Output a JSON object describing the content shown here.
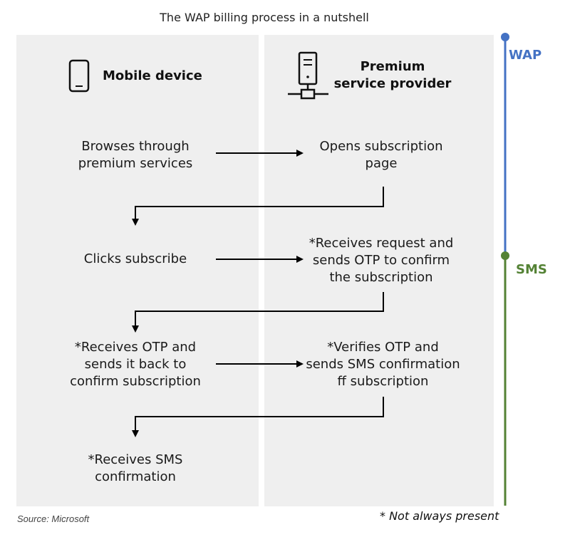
{
  "title": "The WAP billing process in a nutshell",
  "columns": {
    "left": {
      "heading": "Mobile device",
      "icon": "mobile-phone-icon"
    },
    "right": {
      "heading": "Premium service provider",
      "icon": "server-network-icon"
    }
  },
  "steps": [
    {
      "id": "browse",
      "column": "left",
      "text": "Browses through\npremium services"
    },
    {
      "id": "open-page",
      "column": "right",
      "text": "Opens subscription\npage"
    },
    {
      "id": "click-subscribe",
      "column": "left",
      "text": "Clicks subscribe"
    },
    {
      "id": "receive-request",
      "column": "right",
      "text": "*Receives request and\nsends OTP to confirm\nthe subscription"
    },
    {
      "id": "receive-otp",
      "column": "left",
      "text": "*Receives OTP and\nsends it back to\nconfirm subscription"
    },
    {
      "id": "verify-otp",
      "column": "right",
      "text": "*Verifies OTP and\nsends SMS confirmation\nff subscription"
    },
    {
      "id": "receive-sms",
      "column": "left",
      "text": "*Receives SMS\nconfirmation"
    }
  ],
  "phases": [
    {
      "label": "WAP",
      "color": "#4472c4"
    },
    {
      "label": "SMS",
      "color": "#548235"
    }
  ],
  "footer": {
    "source": "Source: Microsoft",
    "note": "* Not always present"
  }
}
